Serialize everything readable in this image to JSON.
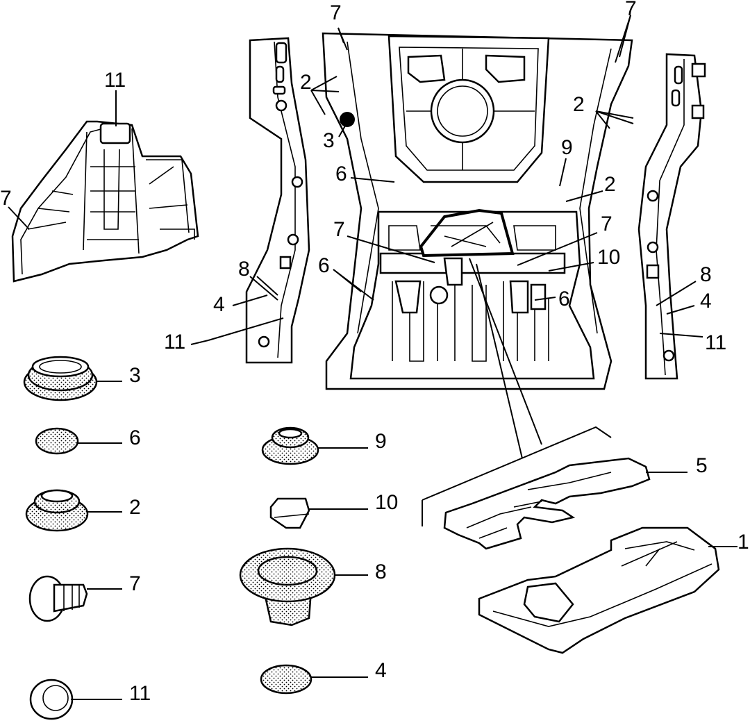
{
  "callouts": {
    "left_assembly": {
      "n11": "11",
      "n7": "7"
    },
    "floor_main": {
      "n7_top_left": "7",
      "n7_top_right": "7",
      "n2_upper_left": "2",
      "n2_upper_right": "2",
      "n3": "3",
      "n9": "9",
      "n6_upper": "6",
      "n2_mid_right": "2",
      "n7_mid_left": "7",
      "n7_mid_right": "7",
      "n6_left": "6",
      "n10": "10",
      "n6_center": "6",
      "n8_left": "8",
      "n4_left": "4",
      "n11_left": "11",
      "n8_right": "8",
      "n4_right": "4",
      "n11_right": "11"
    },
    "legend_left": {
      "n3": "3",
      "n6": "6",
      "n2": "2",
      "n7": "7",
      "n11": "11"
    },
    "legend_middle": {
      "n9": "9",
      "n10": "10",
      "n8": "8",
      "n4": "4"
    },
    "insulation": {
      "n5": "5",
      "n1": "1"
    }
  }
}
